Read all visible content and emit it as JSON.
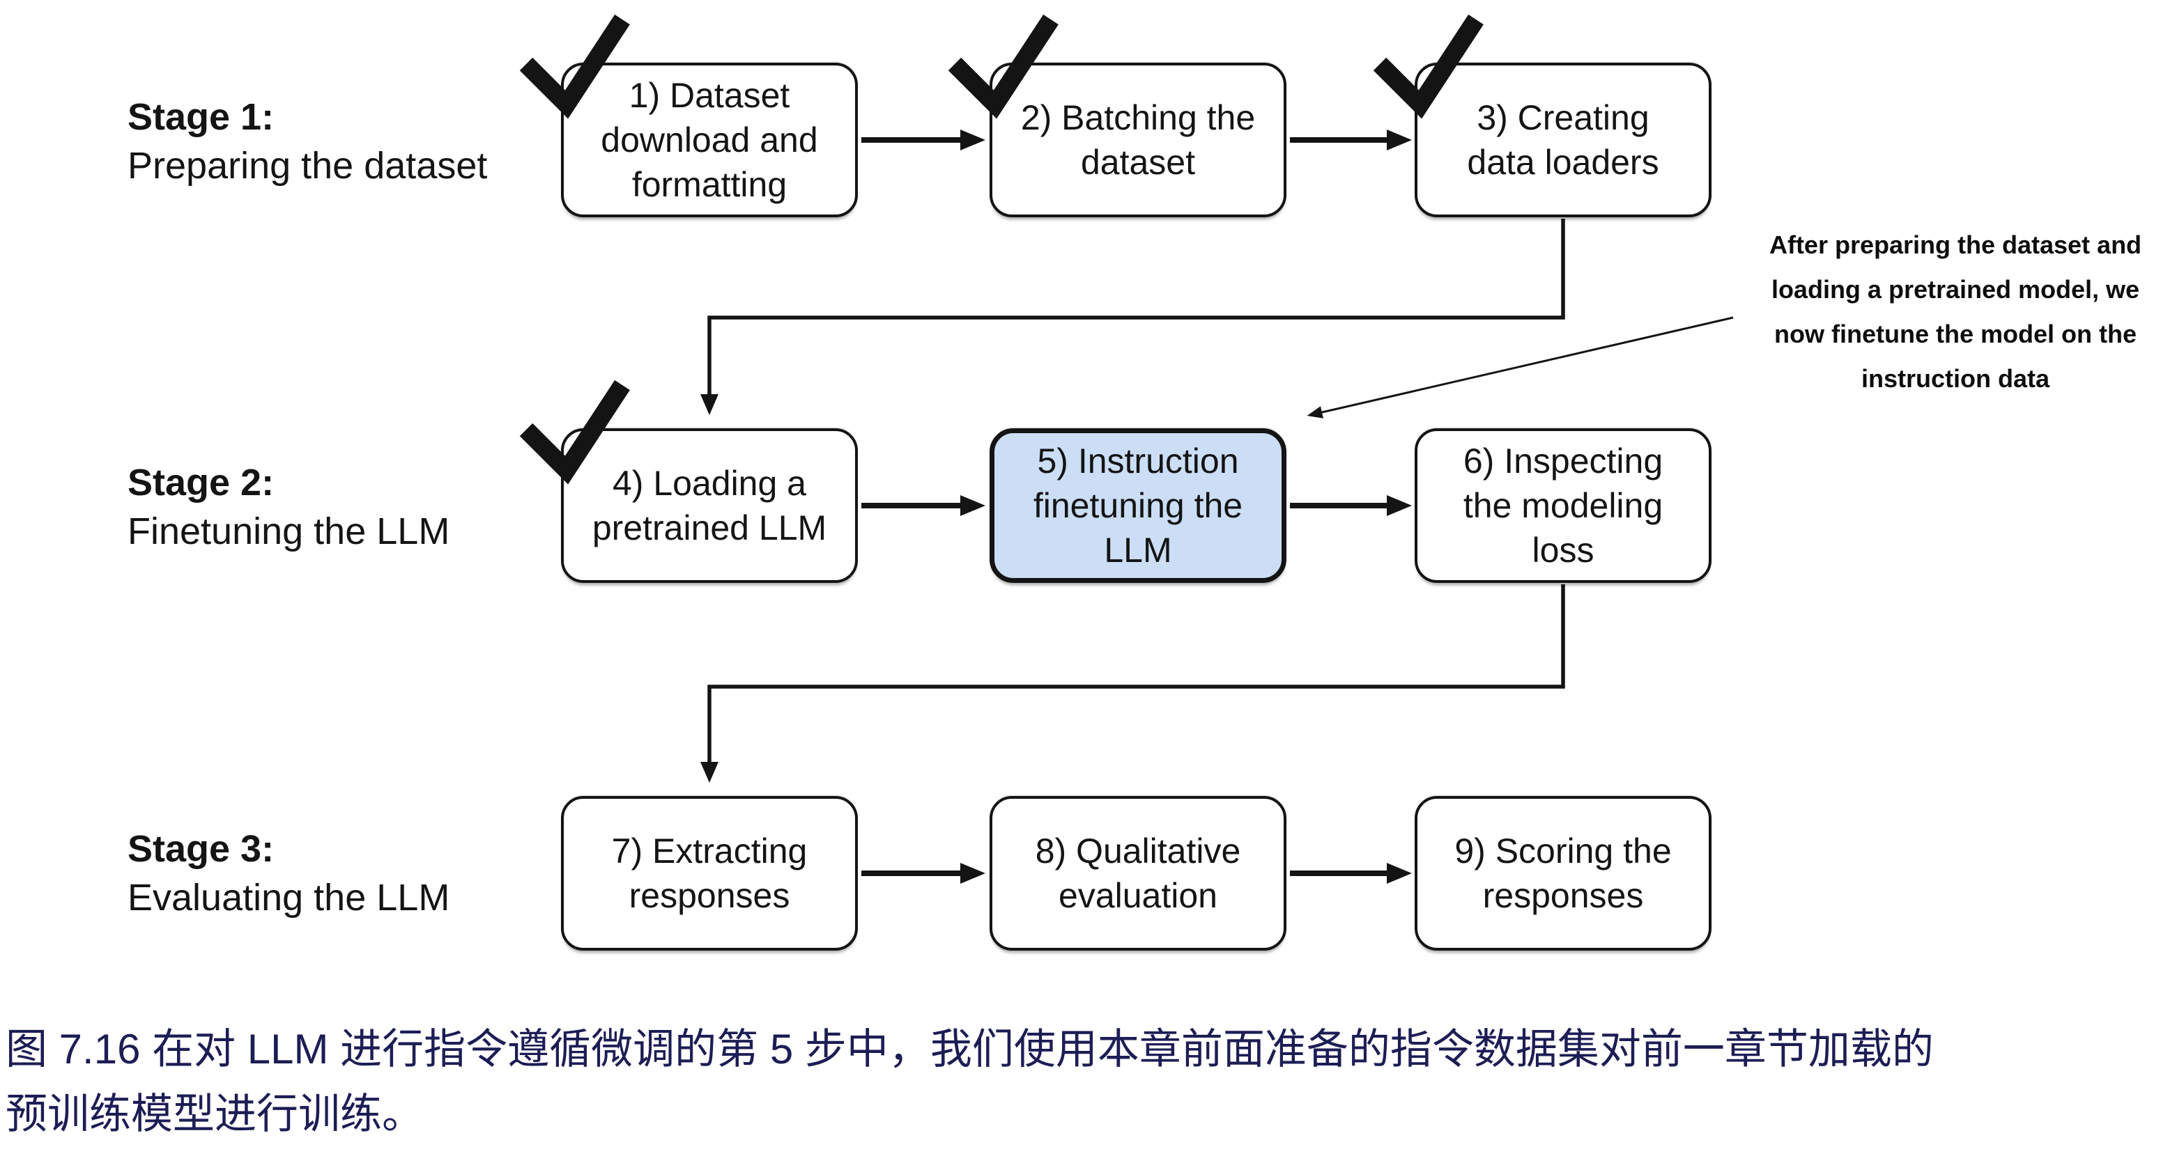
{
  "figure": {
    "stage_labels": [
      {
        "title": "Stage 1:",
        "subtitle": "Preparing the dataset"
      },
      {
        "title": "Stage 2:",
        "subtitle": "Finetuning the LLM"
      },
      {
        "title": "Stage 3:",
        "subtitle": "Evaluating the LLM"
      }
    ],
    "boxes": [
      {
        "step": 1,
        "lines": [
          "1) Dataset",
          "download and",
          "formatting"
        ],
        "checked": true,
        "highlighted": false
      },
      {
        "step": 2,
        "lines": [
          "2) Batching the",
          "dataset"
        ],
        "checked": true,
        "highlighted": false
      },
      {
        "step": 3,
        "lines": [
          "3) Creating",
          "data loaders"
        ],
        "checked": true,
        "highlighted": false
      },
      {
        "step": 4,
        "lines": [
          "4) Loading a",
          "pretrained LLM"
        ],
        "checked": true,
        "highlighted": false
      },
      {
        "step": 5,
        "lines": [
          "5) Instruction",
          "finetuning the",
          "LLM"
        ],
        "checked": false,
        "highlighted": true
      },
      {
        "step": 6,
        "lines": [
          "6) Inspecting",
          "the modeling",
          "loss"
        ],
        "checked": false,
        "highlighted": false
      },
      {
        "step": 7,
        "lines": [
          "7) Extracting",
          "responses"
        ],
        "checked": false,
        "highlighted": false
      },
      {
        "step": 8,
        "lines": [
          "8) Qualitative",
          "evaluation"
        ],
        "checked": false,
        "highlighted": false
      },
      {
        "step": 9,
        "lines": [
          "9) Scoring the",
          "responses"
        ],
        "checked": false,
        "highlighted": false
      }
    ],
    "annotation": {
      "lines": [
        "After preparing the dataset and",
        "loading a pretrained model, we",
        "now finetune the model on the",
        "instruction data"
      ]
    },
    "colors": {
      "highlight_fill": "#cbdef6",
      "diagram_ink": "#141414",
      "caption_text": "#1d1d55"
    }
  },
  "caption": {
    "lines": [
      "图 7.16 在对 LLM 进行指令遵循微调的第 5 步中，我们使用本章前面准备的指令数据集对前一章节加载的",
      "预训练模型进行训练。"
    ]
  }
}
